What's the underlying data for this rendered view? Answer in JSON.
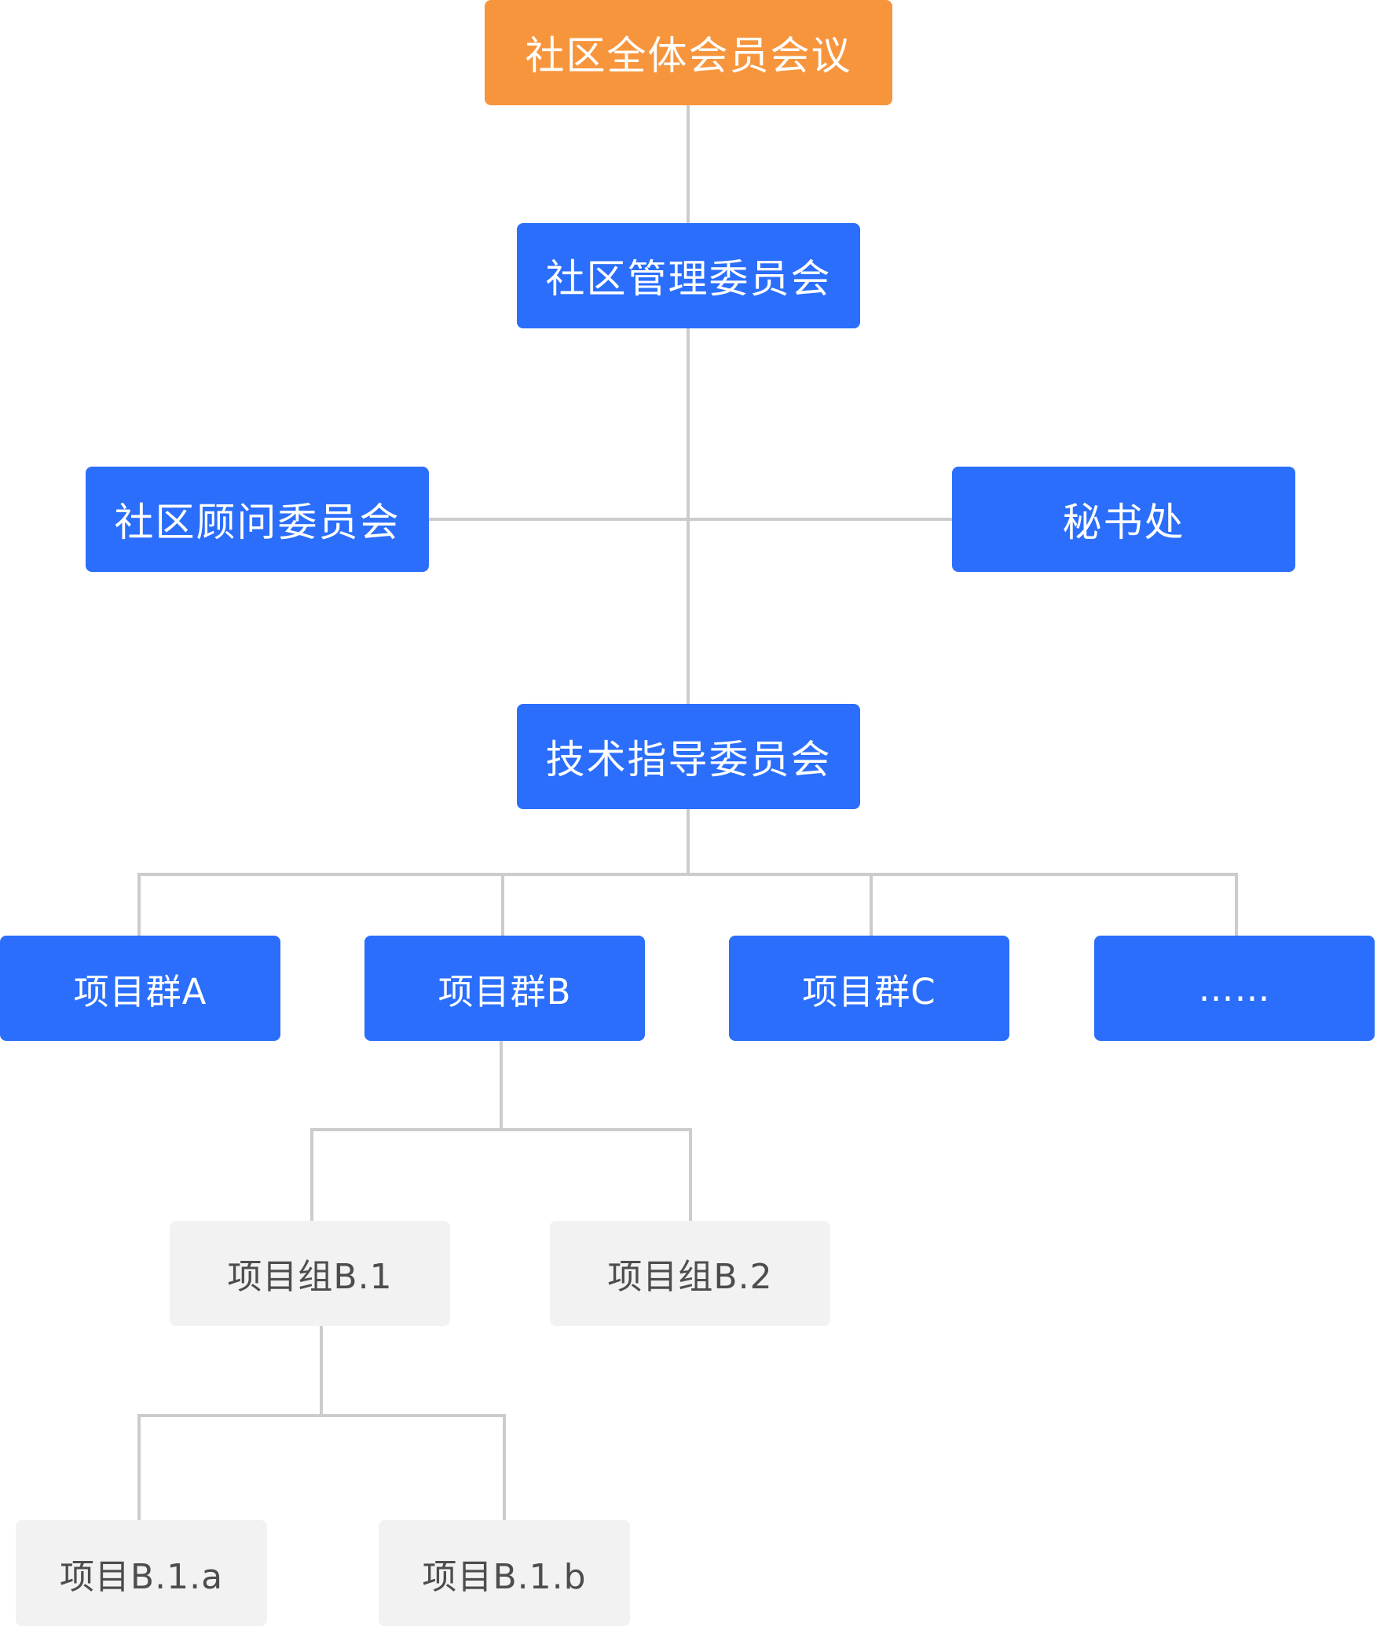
{
  "colors": {
    "root": "#F7953D",
    "node": "#2A6EFB",
    "leaf": "#F2F2F2",
    "leaf_text": "#4D4D4D",
    "line": "#CCCCCC"
  },
  "root": {
    "label": "社区全体会员会议"
  },
  "management": {
    "label": "社区管理委员会"
  },
  "advisory": {
    "label": "社区顾问委员会"
  },
  "secretariat": {
    "label": "秘书处"
  },
  "tsc": {
    "label": "技术指导委员会"
  },
  "project_groups": [
    {
      "label": "项目群A"
    },
    {
      "label": "项目群B"
    },
    {
      "label": "项目群C"
    },
    {
      "label": "……"
    }
  ],
  "project_teams": [
    {
      "label": "项目组B.1"
    },
    {
      "label": "项目组B.2"
    }
  ],
  "projects": [
    {
      "label": "项目B.1.a"
    },
    {
      "label": "项目B.1.b"
    }
  ]
}
